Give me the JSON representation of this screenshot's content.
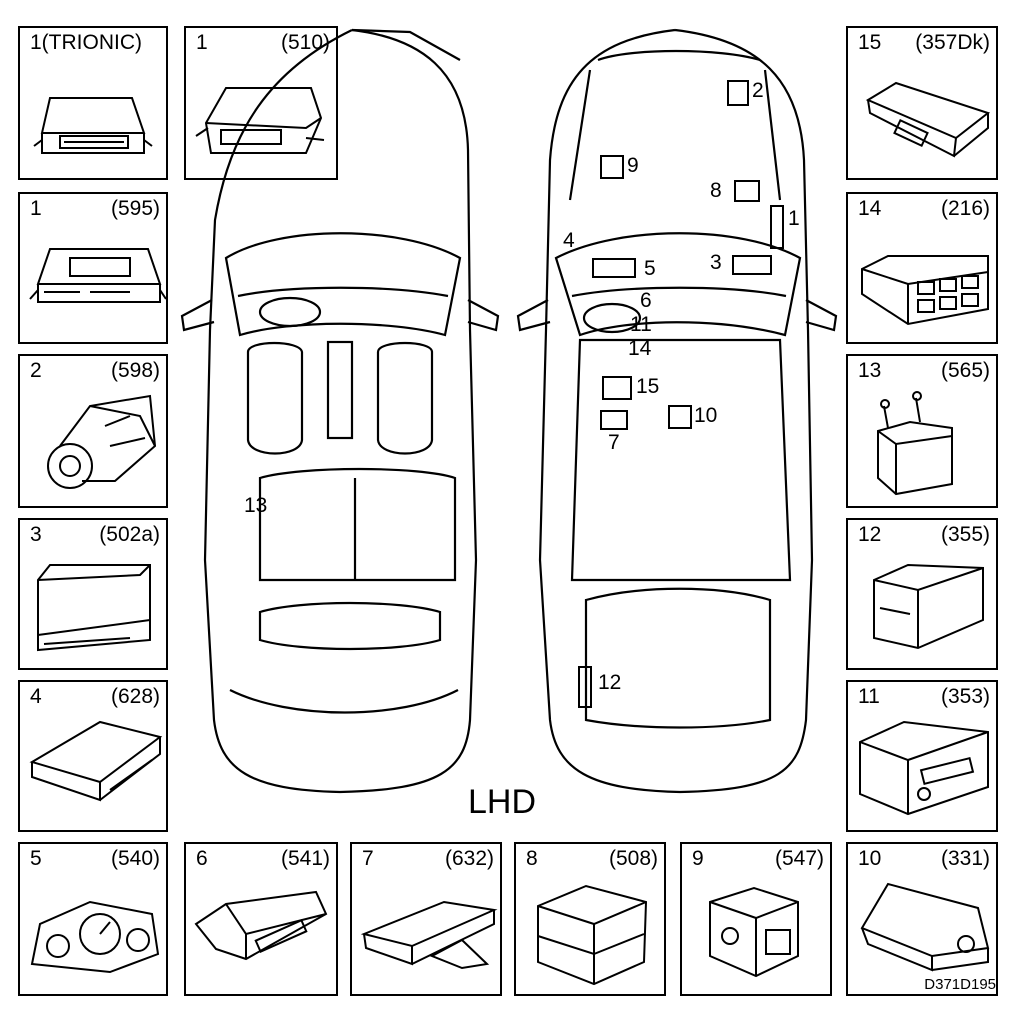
{
  "diagram_code": "D371D195",
  "drive_label": "LHD",
  "components": [
    {
      "num": "1",
      "code": "(510)",
      "shape": "ecu-module"
    },
    {
      "num": "1",
      "code": "(595)",
      "shape": "ecu-module"
    },
    {
      "num": "2",
      "code": "(598)",
      "shape": "injection-pump"
    },
    {
      "num": "3",
      "code": "(502a)",
      "shape": "control-box"
    },
    {
      "num": "4",
      "code": "(628)",
      "shape": "flat-module"
    },
    {
      "num": "5",
      "code": "(540)",
      "shape": "instrument-cluster"
    },
    {
      "num": "6",
      "code": "(541)",
      "shape": "display-unit"
    },
    {
      "num": "7",
      "code": "(632)",
      "shape": "bracket-module"
    },
    {
      "num": "8",
      "code": "(508)",
      "shape": "control-unit"
    },
    {
      "num": "9",
      "code": "(547)",
      "shape": "abs-unit"
    },
    {
      "num": "10",
      "code": "(331)",
      "shape": "airbag-module"
    },
    {
      "num": "11",
      "code": "(353)",
      "shape": "radio-unit"
    },
    {
      "num": "12",
      "code": "(355)",
      "shape": "cd-changer"
    },
    {
      "num": "13",
      "code": "(565)",
      "shape": "sensor-box"
    },
    {
      "num": "14",
      "code": "(216)",
      "shape": "climate-panel"
    },
    {
      "num": "15",
      "code": "(357Dk)",
      "shape": "module-connector"
    }
  ],
  "trionic_label": "1(TRIONIC)",
  "callouts": [
    "1",
    "2",
    "3",
    "4",
    "5",
    "6",
    "7",
    "8",
    "9",
    "10",
    "11",
    "12",
    "13",
    "14",
    "15"
  ]
}
